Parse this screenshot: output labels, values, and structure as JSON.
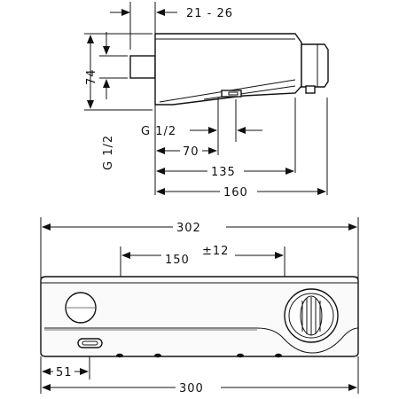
{
  "dimensions": {
    "wall_offset": "21 - 26",
    "height": "74",
    "connection_side": "G 1/2",
    "connection_bottom": "G 1/2",
    "depth_70": "70",
    "depth_135": "135",
    "depth_160": "160",
    "width_302": "302",
    "spacing_150": "150",
    "tolerance": "±12",
    "offset_51": "51",
    "width_300": "300"
  }
}
